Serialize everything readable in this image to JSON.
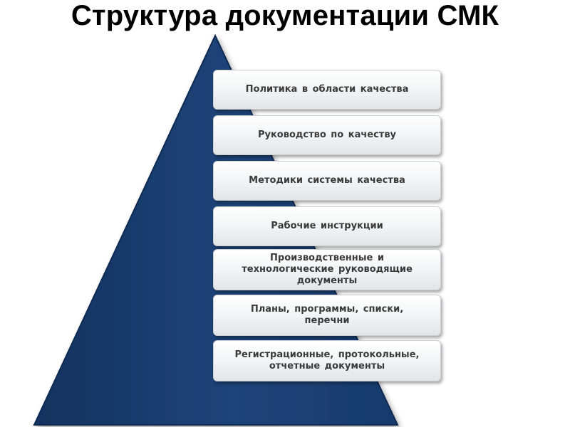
{
  "title": "Структура документации СМК",
  "colors": {
    "pyramid_fill": "#1c3f73",
    "pyramid_edge": "#0f2a52",
    "box_text": "#3a3a3a"
  },
  "levels": [
    "Политика в области качества",
    "Руководство по качеству",
    "Методики системы качества",
    "Рабочие инструкции",
    "Производственные  и\nтехнологические руководящие\nдокументы",
    "Планы, программы, списки,\nперечни",
    "Регистрационные, протокольные,\nотчетные документы"
  ]
}
